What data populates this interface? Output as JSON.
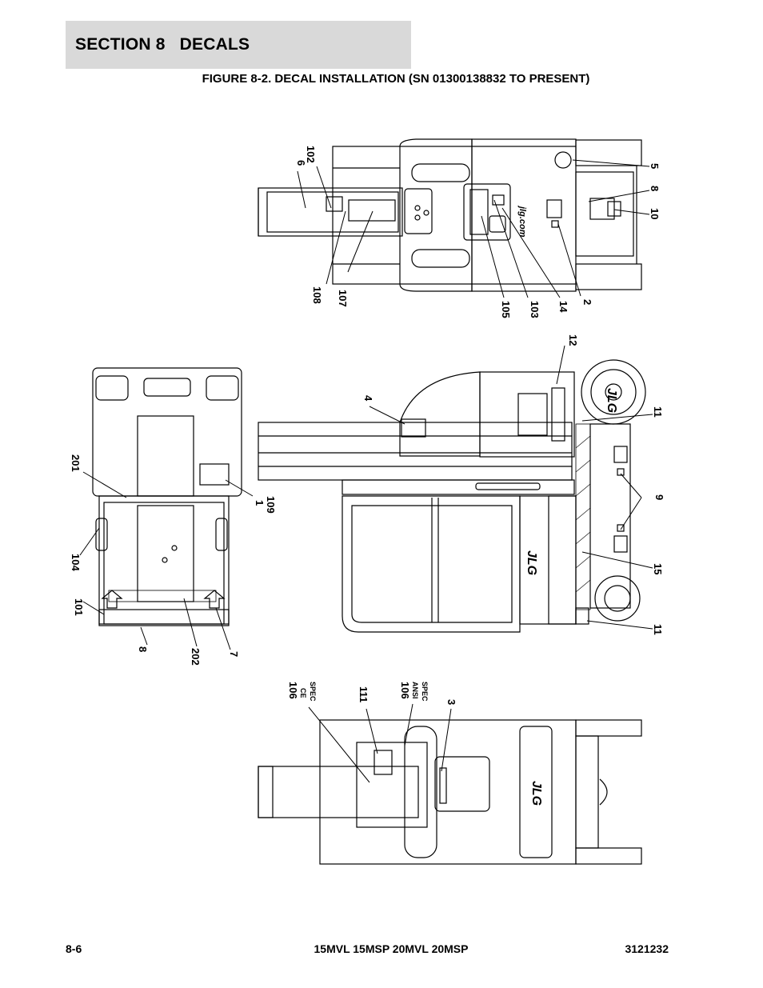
{
  "header": {
    "section_number": "SECTION 8",
    "section_title": "DECALS"
  },
  "figure": {
    "title": "FIGURE 8-2. DECAL INSTALLATION (SN 01300138832 TO PRESENT)"
  },
  "callouts": {
    "top_view": [
      "6",
      "102",
      "108",
      "107",
      "105",
      "103",
      "14",
      "2",
      "5",
      "8",
      "10"
    ],
    "side_view": [
      "12",
      "4",
      "11",
      "9",
      "15",
      "11"
    ],
    "front_view": [
      "201",
      "1",
      "109",
      "104",
      "101",
      "8",
      "202",
      "7"
    ],
    "bottom_view": [
      "106",
      "CE",
      "SPEC",
      "111",
      "106",
      "ANSI",
      "SPEC",
      "3"
    ]
  },
  "footer": {
    "page": "8-6",
    "models": "15MVL 15MSP 20MVL 20MSP",
    "doc_number": "3121232"
  }
}
